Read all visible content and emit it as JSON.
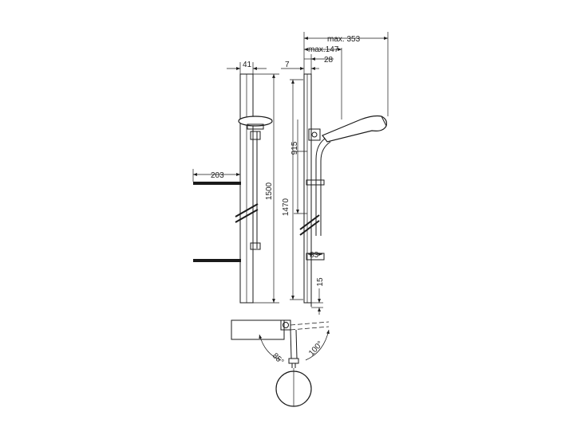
{
  "dimensions": {
    "max_353": "max. 353",
    "max_147": "max.147",
    "d_28": "28",
    "d_7": "7",
    "d_41": "41",
    "d_915": "915",
    "d_1500": "1500",
    "d_1470": "1470",
    "d_203": "203",
    "d_83": "83",
    "d_15": "15",
    "angle_85": "85°",
    "angle_100": "100°"
  }
}
